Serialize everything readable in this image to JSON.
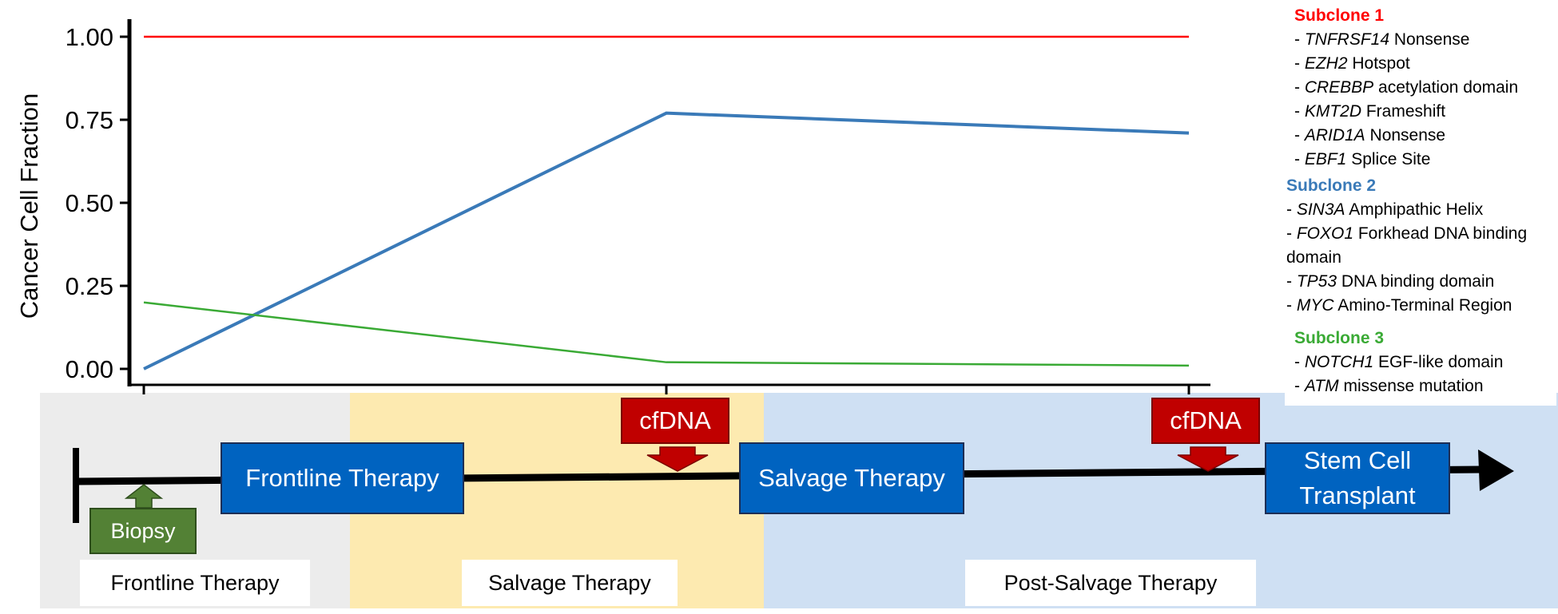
{
  "chart_data": {
    "type": "line",
    "title": "",
    "xlabel": "",
    "ylabel": "Cancer Cell Fraction",
    "x": [
      0,
      1,
      2
    ],
    "ylim": [
      0,
      1
    ],
    "yticks": [
      "0.00",
      "0.25",
      "0.50",
      "0.75",
      "1.00"
    ],
    "grid": false,
    "series": [
      {
        "name": "Subclone 1",
        "color": "#ff0000",
        "values": [
          1.0,
          1.0,
          1.0
        ]
      },
      {
        "name": "Subclone 2",
        "color": "#3a7ab8",
        "values": [
          0.0,
          0.77,
          0.71
        ]
      },
      {
        "name": "Subclone 3",
        "color": "#3aaa35",
        "values": [
          0.2,
          0.02,
          0.01
        ]
      }
    ]
  },
  "legend": {
    "subclone1": {
      "title": "Subclone 1",
      "color": "#ff0000",
      "items": [
        {
          "gene": "TNFRSF14",
          "desc": "Nonsense"
        },
        {
          "gene": "EZH2",
          "desc": "Hotspot"
        },
        {
          "gene": "CREBBP",
          "desc": "acetylation domain"
        },
        {
          "gene": "KMT2D",
          "desc": "Frameshift"
        },
        {
          "gene": "ARID1A",
          "desc": "Nonsense"
        },
        {
          "gene": "EBF1",
          "desc": "Splice Site"
        }
      ]
    },
    "subclone2": {
      "title": "Subclone 2",
      "color": "#3a7ab8",
      "items": [
        {
          "gene": "SIN3A",
          "desc": "Amphipathic Helix"
        },
        {
          "gene": "FOXO1",
          "desc": "Forkhead DNA binding domain"
        },
        {
          "gene": "TP53",
          "desc": "DNA binding domain"
        },
        {
          "gene": "MYC",
          "desc": "Amino-Terminal Region"
        }
      ]
    },
    "subclone3": {
      "title": "Subclone 3",
      "color": "#3aaa35",
      "items": [
        {
          "gene": "NOTCH1",
          "desc": "EGF-like domain"
        },
        {
          "gene": "ATM",
          "desc": "missense mutation"
        }
      ]
    }
  },
  "timeline": {
    "phases": [
      "Frontline Therapy",
      "Salvage Therapy",
      "Post-Salvage Therapy"
    ],
    "phase_colors": [
      "#ececec",
      "#fdeab0",
      "#cfe0f3"
    ],
    "therapies": [
      "Frontline Therapy",
      "Salvage Therapy",
      "Stem Cell Transplant"
    ],
    "therapy_color": "#0063c0",
    "cfdna_label": "cfDNA",
    "cfdna_color": "#c00000",
    "biopsy_label": "Biopsy",
    "biopsy_color": "#538135"
  }
}
